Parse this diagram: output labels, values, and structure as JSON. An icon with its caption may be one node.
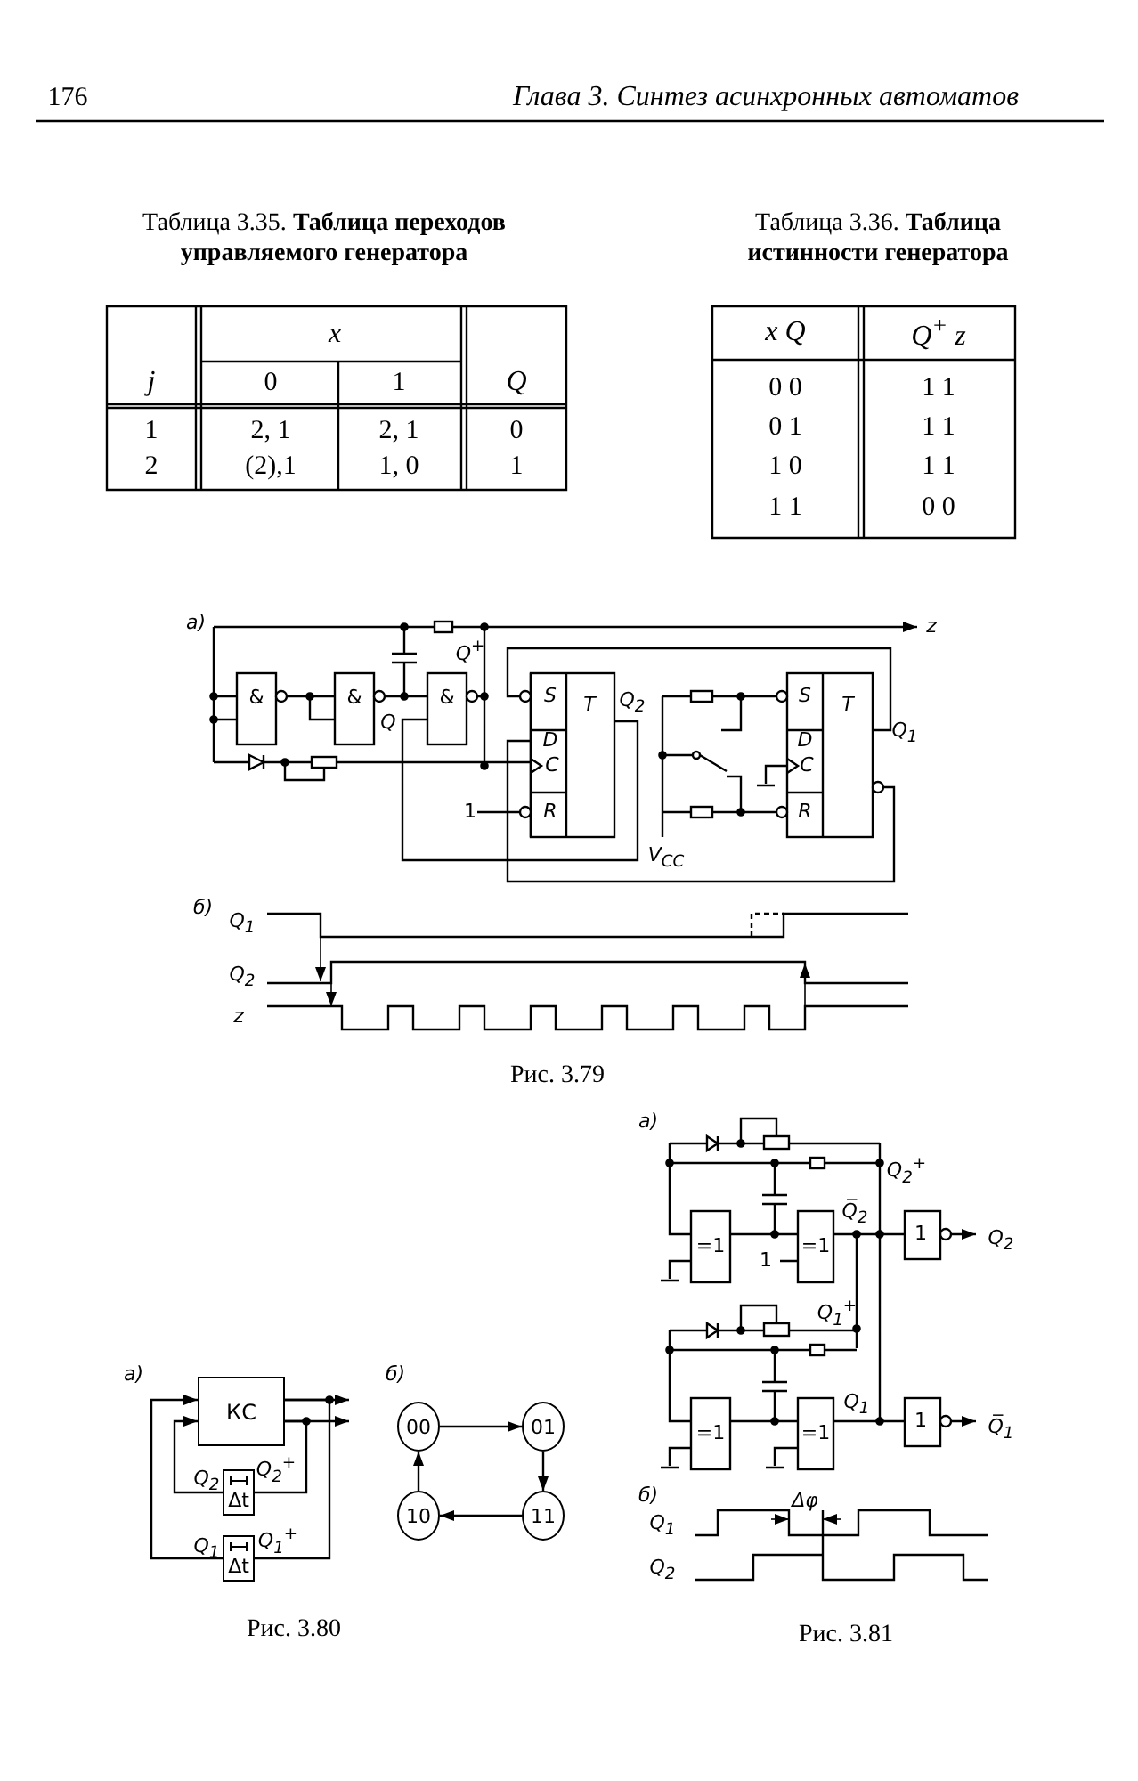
{
  "diagram": {
    "nodes": [
      {
        "text": [
          "КС"
        ]
      },
      {
        "text": [
          "Δt"
        ]
      },
      {
        "text": [
          "Δt"
        ]
      },
      {
        "text": [
          "00"
        ]
      },
      {
        "text": [
          "01"
        ]
      },
      {
        "text": [
          "10"
        ]
      },
      {
        "text": [
          "11"
        ]
      }
    ],
    "edges": [
      {
        "from": 0,
        "to": 1,
        "arrow": "none"
      },
      {
        "from": 1,
        "to": 0,
        "arrow": "to"
      },
      {
        "from": 0,
        "to": 2,
        "arrow": "none"
      },
      {
        "from": 2,
        "to": 0,
        "arrow": "to"
      },
      {
        "from": 0,
        "to": null,
        "arrow": "to"
      },
      {
        "from": 0,
        "to": null,
        "arrow": "to"
      },
      {
        "from": 3,
        "to": 4,
        "arrow": "to"
      },
      {
        "from": 4,
        "to": 6,
        "arrow": "to"
      },
      {
        "from": 6,
        "to": 5,
        "arrow": "to"
      },
      {
        "from": 5,
        "to": 3,
        "arrow": "to"
      }
    ],
    "labels": [
      "176",
      "Глава 3. Синтез асинхронных автоматов",
      "Таблица 3.35. **Таблица переходов управляемого генератора**",
      "Таблица 3.36. **Таблица истинности генератора**",
      "x",
      "j",
      "0",
      "1",
      "Q",
      "1",
      "2, 1",
      "2, 1",
      "0",
      "2",
      "(2),1",
      "1, 0",
      "1",
      "x Q",
      "Q$^{+}$ z",
      "0 0",
      "1 1",
      "0 1",
      "1 1",
      "1 0",
      "1 1",
      "1 1",
      "0 0",
      "а)",
      "z",
      "&",
      "&",
      "Q",
      "Q$^{+}$",
      "&",
      "S",
      "T",
      "Q$_{2}$",
      "D",
      "C",
      "1",
      "R",
      "S",
      "T",
      "Q$_{1}$",
      "D",
      "C",
      "R",
      "V$_{CC}$",
      "б)",
      "Q$_{1}$",
      "Q$_{2}$",
      "z",
      "Рис. 3.79",
      "а)",
      "Q$_{2}$",
      "Q$_{2}$$^{+}$",
      "Q$_{1}$",
      "Q$_{1}$$^{+}$",
      "б)",
      "Рис. 3.80",
      "а)",
      "Q$_{2}$$^{+}$",
      "=1",
      "=1",
      "Q̅$_{2}$",
      "1",
      "1",
      "Q$_{2}$",
      "Q$_{1}$$^{+}$",
      "=1",
      "=1",
      "Q$_{1}$",
      "1",
      "Q̅$_{1}$",
      "б)",
      "Q$_{1}$",
      "Δφ",
      "Q$_{2}$",
      "Рис. 3.81"
    ]
  }
}
